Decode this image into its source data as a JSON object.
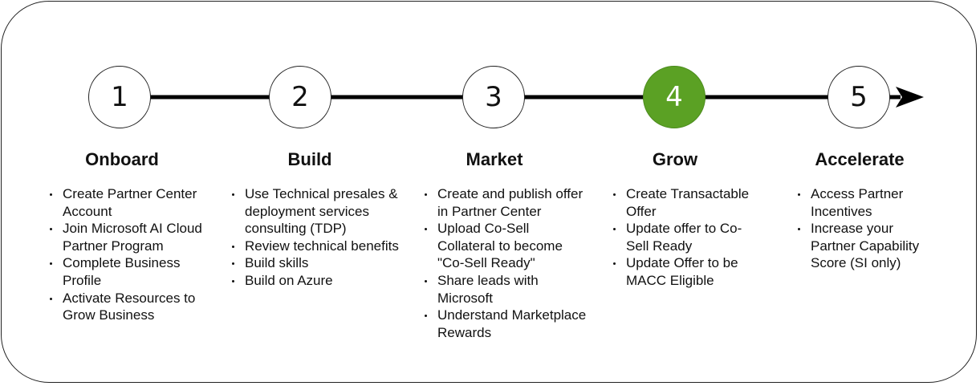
{
  "steps": [
    {
      "number": "1",
      "title": "Onboard",
      "items": [
        "Create Partner Center Account",
        "Join Microsoft AI Cloud Partner Program",
        "Complete Business Profile",
        "Activate Resources to Grow Business"
      ]
    },
    {
      "number": "2",
      "title": "Build",
      "items": [
        "Use Technical presales & deployment services consulting (TDP)",
        "Review technical benefits",
        "Build skills",
        "Build on Azure"
      ]
    },
    {
      "number": "3",
      "title": "Market",
      "items": [
        "Create and publish offer in Partner Center",
        "Upload Co-Sell Collateral to become \"Co-Sell Ready\"",
        "Share leads with Microsoft",
        "Understand Marketplace Rewards"
      ]
    },
    {
      "number": "4",
      "title": "Grow",
      "active": true,
      "items": [
        "Create Transactable Offer",
        "Update offer to Co-Sell Ready",
        "Update Offer to be MACC Eligible"
      ]
    },
    {
      "number": "5",
      "title": "Accelerate",
      "items": [
        "Access Partner Incentives",
        "Increase your Partner Capability Score (SI only)"
      ]
    }
  ],
  "colors": {
    "active_fill": "#5ba124",
    "line": "#000000"
  }
}
